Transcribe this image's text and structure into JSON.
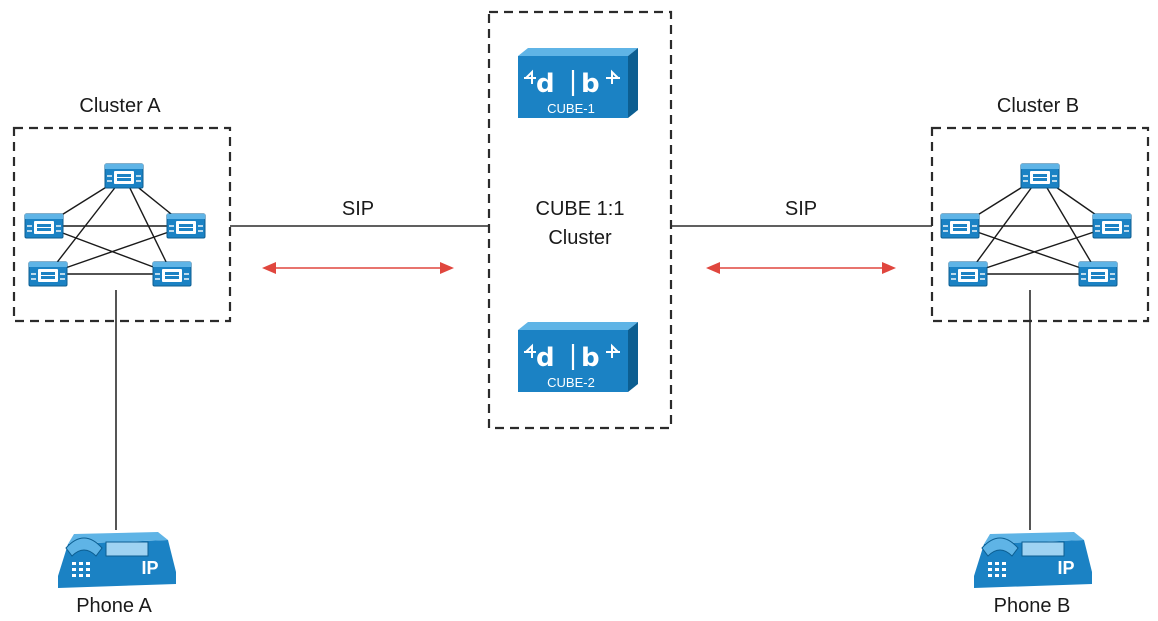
{
  "clusters": {
    "a": {
      "label": "Cluster A"
    },
    "b": {
      "label": "Cluster B"
    }
  },
  "center": {
    "line1": "CUBE 1:1",
    "line2": "Cluster",
    "cube1": {
      "label": "CUBE-1"
    },
    "cube2": {
      "label": "CUBE-2"
    }
  },
  "links": {
    "left": {
      "label": "SIP"
    },
    "right": {
      "label": "SIP"
    }
  },
  "phones": {
    "a": {
      "label": "Phone A",
      "badge": "IP"
    },
    "b": {
      "label": "Phone B",
      "badge": "IP"
    }
  },
  "colors": {
    "device_blue": "#1b82c4",
    "device_light": "#5fb4e6",
    "device_dark": "#0c5e91",
    "arrow_red": "#e0463e"
  }
}
